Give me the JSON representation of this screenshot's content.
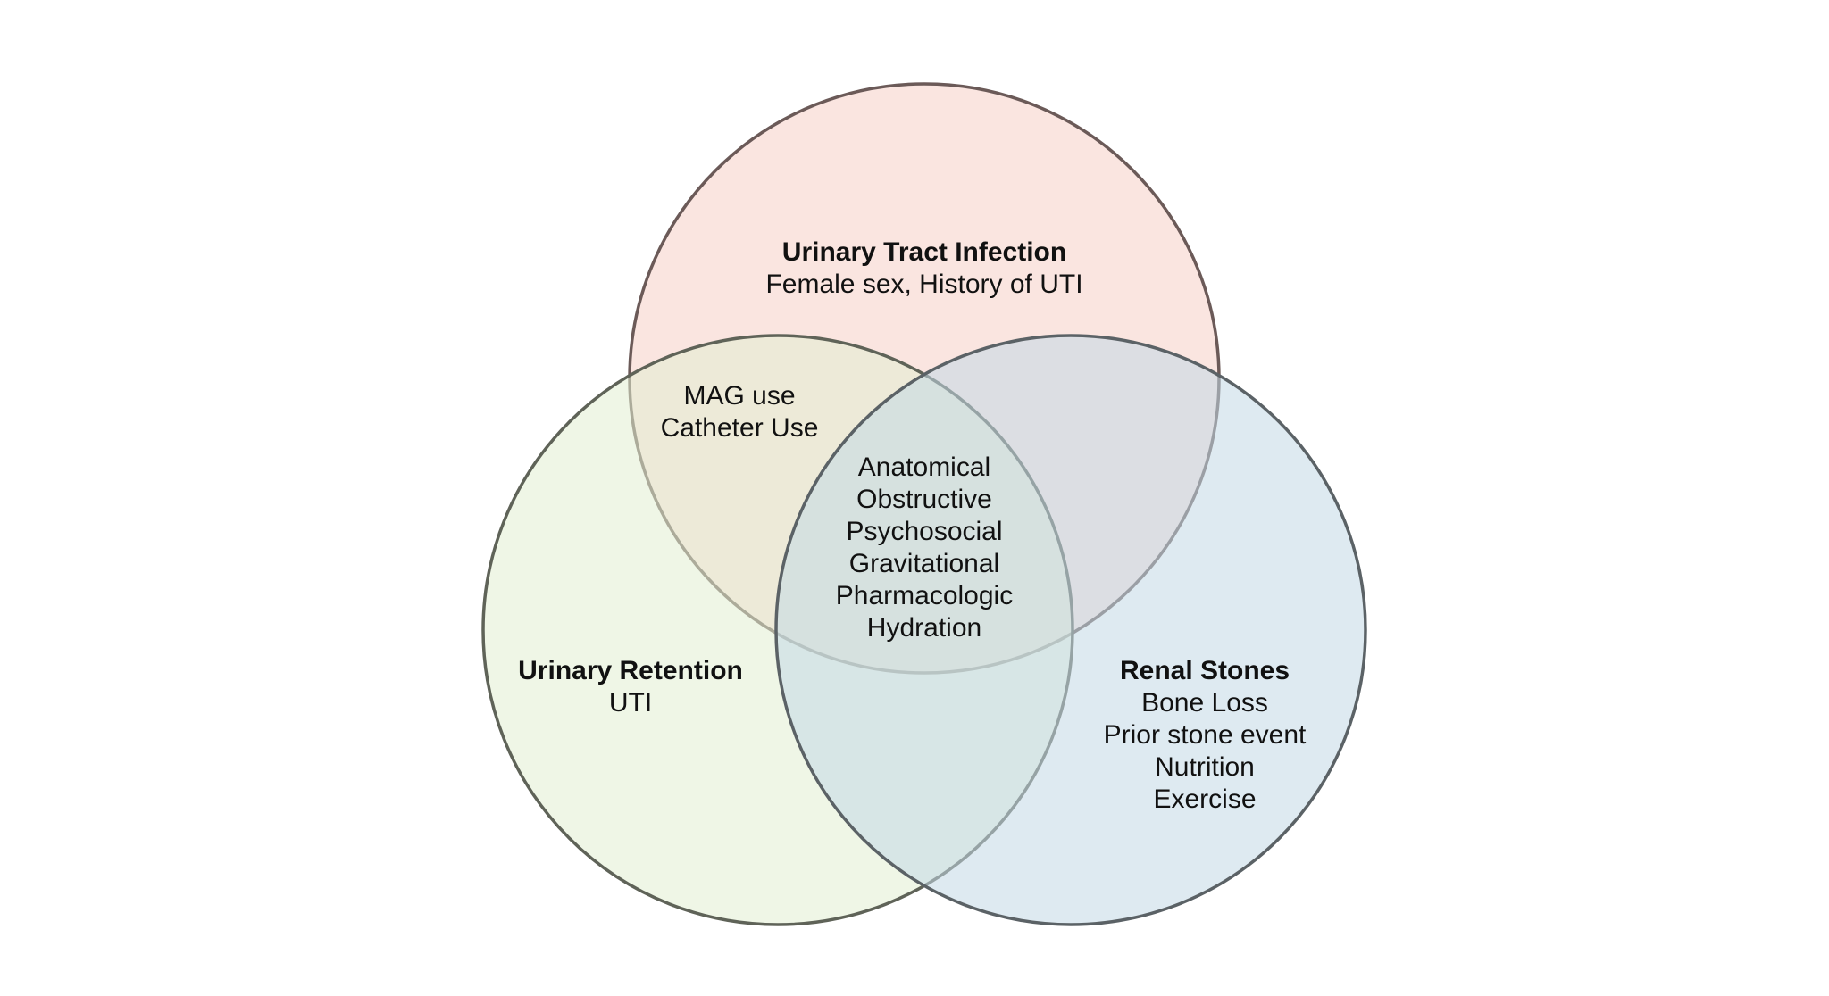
{
  "sets": [
    {
      "id": "uti",
      "title": "Urinary Tract Infection",
      "items": [
        "Female sex, History of UTI"
      ],
      "fill": "#f6d0c6",
      "stroke": "#6b5a58"
    },
    {
      "id": "retention",
      "title": "Urinary Retention",
      "items": [
        "UTI"
      ],
      "fill": "#e2efd2",
      "stroke": "#5f6358"
    },
    {
      "id": "stones",
      "title": "Renal Stones",
      "items": [
        "Bone Loss",
        "Prior stone event",
        "Nutrition",
        "Exercise"
      ],
      "fill": "#c3d9e5",
      "stroke": "#5b6266"
    }
  ],
  "intersections": {
    "uti_retention": [
      "MAG use",
      "Catheter Use"
    ],
    "all_three": [
      "Anatomical",
      "Obstructive",
      "Psychosocial",
      "Gravitational",
      "Pharmacologic",
      "Hydration"
    ]
  },
  "region_fill_opacity": 0.55
}
